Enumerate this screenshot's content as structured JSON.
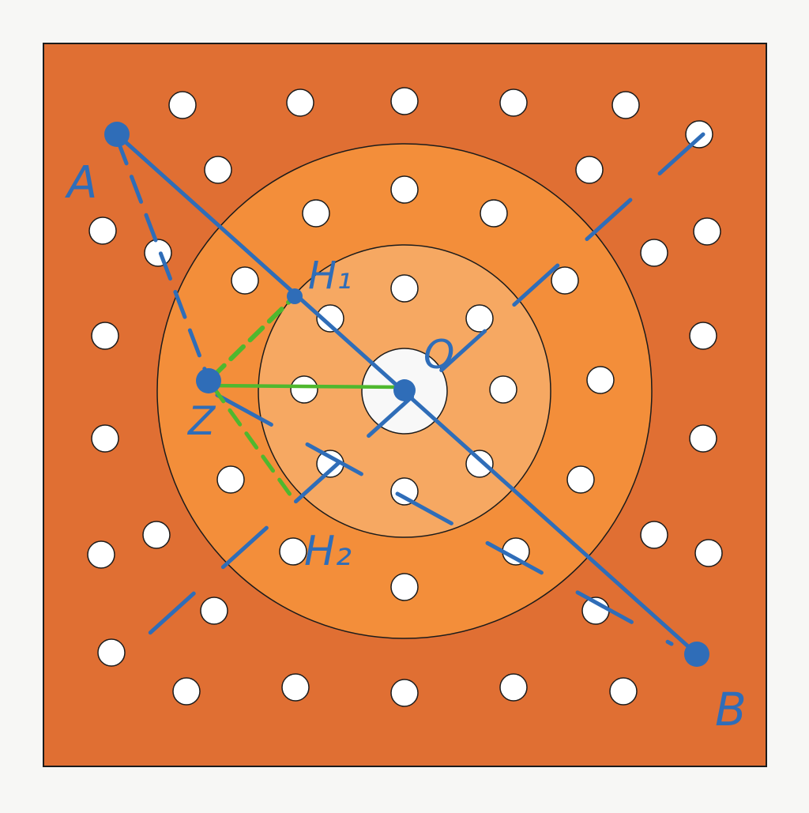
{
  "labels": {
    "a": "A",
    "b": "B",
    "z": "Z",
    "o": "O",
    "h1": "H₁",
    "h2": "H₂"
  },
  "colors": {
    "page_background": "#f7f7f5",
    "board_outer": "#e06f33",
    "ring_middle": "#f38e3a",
    "ring_inner": "#f6a862",
    "center_disc": "#f8f8f8",
    "hole_fill": "#ffffff",
    "outline": "#1b1b1b",
    "ink_blue": "#2f6db8",
    "ink_green": "#4fb82e"
  },
  "icons": {
    "holes": "white-circle",
    "points": "filled-dot"
  }
}
